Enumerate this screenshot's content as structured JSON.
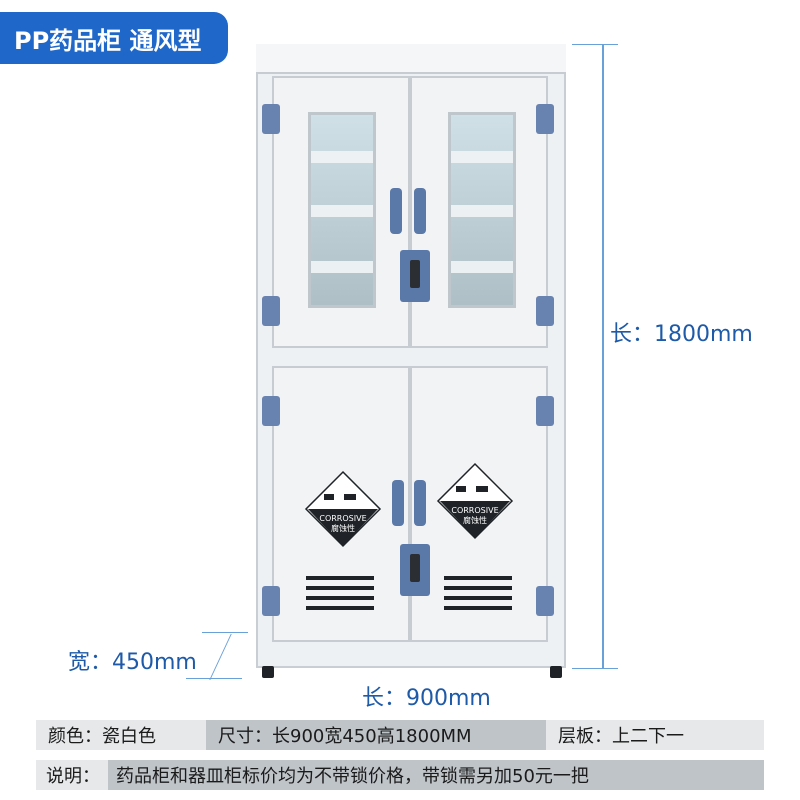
{
  "title": "PP药品柜 通风型",
  "dimensions": {
    "height": "长：1800mm",
    "width": "长：900mm",
    "depth": "宽：450mm"
  },
  "warning": {
    "line1": "CORROSIVE",
    "line2": "腐蚀性"
  },
  "specs": {
    "color_label": "颜色：",
    "color_value": "瓷白色",
    "size_label": "尺寸：",
    "size_value": "长900宽450高1800MM",
    "layer_label": "层板：",
    "layer_value": "上二下一",
    "note_label": "说明：",
    "note_value": "药品柜和器皿柜标价均为不带锁价格，带锁需另加50元一把"
  },
  "colors": {
    "title_bg": "#1f67c9",
    "dimension_text": "#1e5aa8",
    "cabinet_body": "#eef1f4",
    "hardware": "#5b79a8",
    "spec_light": "#e6e8ea",
    "spec_dark": "#bfc4c9"
  }
}
